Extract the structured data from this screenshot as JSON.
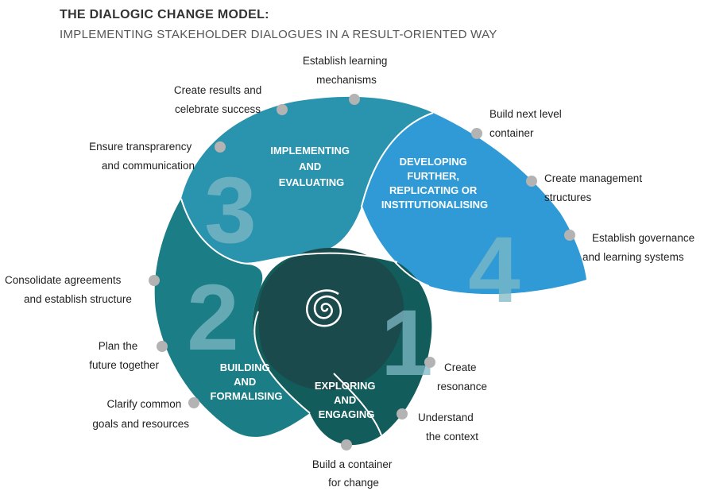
{
  "header": {
    "title": "THE DIALOGIC CHANGE MODEL:",
    "subtitle": "IMPLEMENTING STAKEHOLDER DIALOGUES IN A RESULT-ORIENTED WAY"
  },
  "colors": {
    "stage1": "#125c5b",
    "stage2": "#1b7d85",
    "stage3": "#2a93ad",
    "stage4": "#2f9ad6",
    "center": "#1a4a4b",
    "dot": "#b3b3b3",
    "numeral": "#7fb8c6"
  },
  "stages": [
    {
      "number": "1",
      "label": [
        "EXPLORING",
        "AND",
        "ENGAGING"
      ],
      "steps": [
        [
          "Create",
          "resonance"
        ],
        [
          "Understand",
          "the context"
        ],
        [
          "Build a container",
          "for change"
        ]
      ]
    },
    {
      "number": "2",
      "label": [
        "BUILDING",
        "AND",
        "FORMALISING"
      ],
      "steps": [
        [
          "Clarify common",
          "goals and resources"
        ],
        [
          "Plan the",
          "future together"
        ],
        [
          "Consolidate agreements",
          "and establish structure"
        ]
      ]
    },
    {
      "number": "3",
      "label": [
        "IMPLEMENTING",
        "AND",
        "EVALUATING"
      ],
      "steps": [
        [
          "Ensure transprarency",
          "and communication"
        ],
        [
          "Create results and",
          "celebrate success"
        ],
        [
          "Establish learning",
          "mechanisms"
        ]
      ]
    },
    {
      "number": "4",
      "label": [
        "DEVELOPING",
        "FURTHER,",
        "REPLICATING OR",
        "INSTITUTIONALISING"
      ],
      "steps": [
        [
          "Build next level",
          "container"
        ],
        [
          "Create management",
          "structures"
        ],
        [
          "Establish governance",
          "and learning systems"
        ]
      ]
    }
  ]
}
